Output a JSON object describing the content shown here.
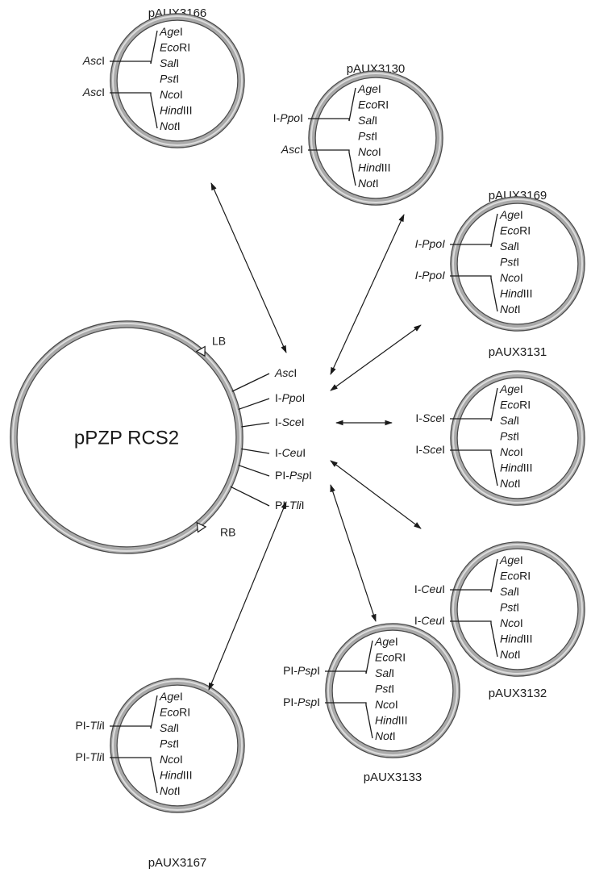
{
  "main": {
    "name": "pPZP RCS2",
    "lb": "LB",
    "rb": "RB",
    "sites": [
      {
        "italic": "Asc",
        "suffix": "I"
      },
      {
        "prefix": "I-",
        "italic": "Ppo",
        "suffix": "I"
      },
      {
        "prefix": "I-",
        "italic": "Sce",
        "suffix": "I"
      },
      {
        "prefix": "I-",
        "italic": "Ceu",
        "suffix": "I"
      },
      {
        "prefix": "PI-",
        "italic": "Psp",
        "suffix": "I"
      },
      {
        "prefix": "PI-",
        "italic": "Tli",
        "suffix": "I"
      }
    ]
  },
  "mcs": [
    {
      "italic": "Age",
      "suffix": "I"
    },
    {
      "italic": "Eco",
      "suffix": "RI"
    },
    {
      "italic": "Sal",
      "suffix": "I"
    },
    {
      "italic": "Pst",
      "suffix": "I"
    },
    {
      "italic": "Nco",
      "suffix": "I"
    },
    {
      "italic": "Hind",
      "suffix": "III"
    },
    {
      "italic": "Not",
      "suffix": "I"
    }
  ],
  "plasmids": [
    {
      "name": "pAUX3166",
      "flank": {
        "italic": "Asc",
        "suffix": "I"
      }
    },
    {
      "name": "pAUX3130",
      "flank": {
        "prefix": "I-",
        "italic": "Ppo",
        "suffix": "I"
      },
      "flank2": {
        "italic": "Asc",
        "suffix": "I"
      }
    },
    {
      "name": "pAUX3169",
      "flank": {
        "italic": "I-PpoI"
      }
    },
    {
      "name": "pAUX3131",
      "flank": {
        "prefix": "I-",
        "italic": "Sce",
        "suffix": "I"
      }
    },
    {
      "name": "pAUX3132",
      "flank": {
        "prefix": "I-",
        "italic": "Ceu",
        "suffix": "I"
      }
    },
    {
      "name": "pAUX3133",
      "flank": {
        "prefix": "PI-",
        "italic": "Psp",
        "suffix": "I"
      }
    },
    {
      "name": "pAUX3167",
      "flank": {
        "prefix": "PI-",
        "italic": "Tli",
        "suffix": "I"
      }
    }
  ],
  "ring_colors": {
    "outer": "#4a4a4a",
    "middle": "#a9a9a9",
    "highlight": "#dcdcdc"
  }
}
